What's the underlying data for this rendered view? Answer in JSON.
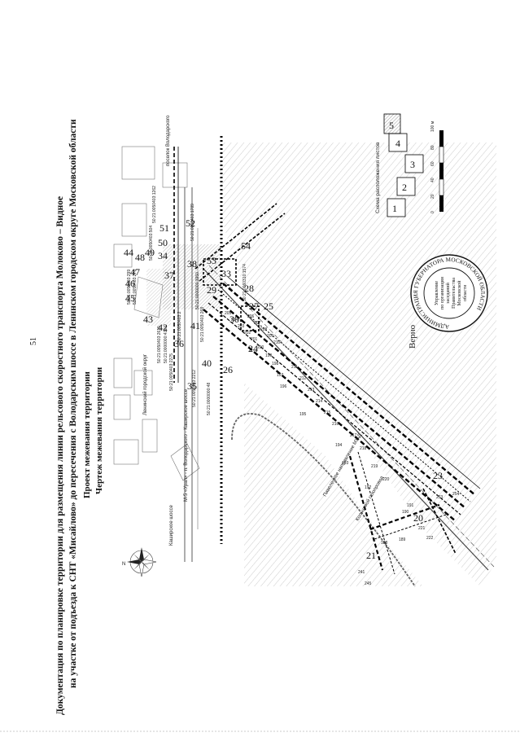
{
  "page": {
    "number": "51",
    "title_lines": [
      "Документация по планировке территории для размещения линии рельсового скоростного транспорта Молоково – Видное",
      "на участке от подъезда к СНТ «Мисайлово» до пересечения с Володарским шоссе в Ленинском городском округе Московской области"
    ],
    "subtitle_lines": [
      "Проект межевания территории",
      "Чертеж межевания территории"
    ]
  },
  "map": {
    "roads": [
      "Каширское шоссе",
      "М-5 «Урал» - п. Володарского - Каширское шоссе",
      "Ленинский городской округ",
      "поселок Володарского"
    ],
    "railway": "Павелецкое направление МЖД",
    "gas_pipeline": "Кольцевой газопровод",
    "big_numbers": [
      "21",
      "20",
      "23",
      "26",
      "24",
      "25",
      "27",
      "28",
      "29",
      "30",
      "33",
      "35",
      "40",
      "41",
      "42",
      "43",
      "44",
      "45",
      "46",
      "47",
      "48",
      "49",
      "50",
      "51",
      "52",
      "53",
      "54",
      "34",
      "36",
      "37",
      "38"
    ],
    "cadastral_labels": [
      "50:21:0050403:2615",
      "50:21:0000000:4124",
      "50:21:0050403:2275",
      "50:21:0050403:2212",
      "50:21:0050403:299",
      "50:21:0050403:276",
      "50:21:0050403:504",
      "50:21:0050403:1262",
      "50:21:0050403:1789",
      "50:21:0000000:3950",
      "50:21:0060310:1574",
      "50:21:0000000:48",
      "50:21:0050403:268",
      "50:21:0050403:2"
    ],
    "small_labels": [
      "241",
      "245",
      "188",
      "189",
      "190",
      "191",
      "192",
      "193",
      "194",
      "195",
      "196",
      "197",
      "198",
      "199",
      "200",
      "201",
      "202",
      "203",
      "204",
      "205",
      "206",
      "207",
      "208",
      "209",
      "210",
      "211",
      "212",
      "213",
      "214",
      "215",
      "216",
      "217",
      "218",
      "219",
      "220",
      "221",
      "222",
      "223",
      "254"
    ]
  },
  "scheme": {
    "title": "Схема расположения листов",
    "sheets": [
      "1",
      "2",
      "3",
      "4",
      "5"
    ]
  },
  "scale": {
    "ticks": [
      "0",
      "20",
      "40",
      "60",
      "80",
      "100 м"
    ]
  },
  "stamp": {
    "ring_text": "АДМИНИСТРАЦИЯ ГУБЕРНАТОРА МОСКОВСКОЙ ОБЛАСТИ",
    "inner_lines": [
      "Управление",
      "по организации",
      "заседаний",
      "Правительства",
      "Московской",
      "области"
    ],
    "signature_text": "Верно"
  },
  "north": {
    "label": "N"
  }
}
